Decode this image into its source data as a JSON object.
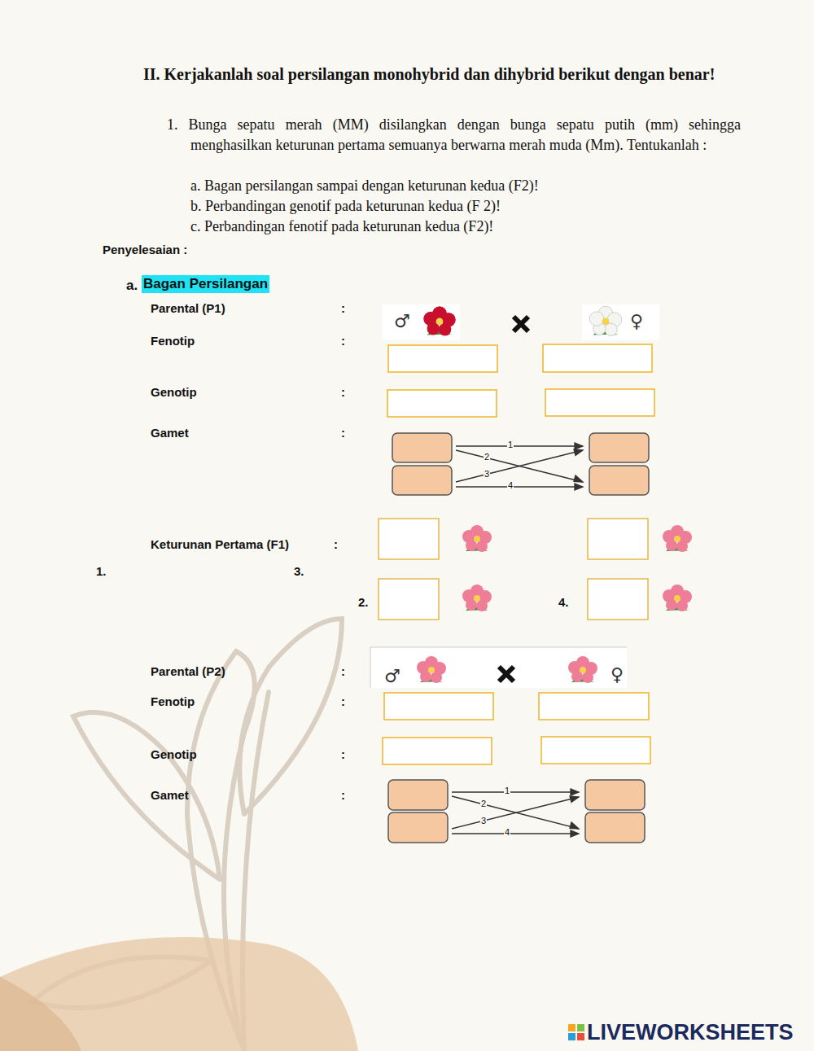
{
  "diagram": {
    "title": "II. Kerjakanlah soal persilangan monohybrid dan dihybrid berikut dengan benar!",
    "nodes": [
      {
        "text": [
          "Bagan Persilangan"
        ]
      }
    ],
    "labels": [
      "1. Bunga sepatu merah (MM) disilangkan dengan bunga sepatu putih (mm) sehingga menghasilkan keturunan pertama semuanya berwarna merah muda (Mm). Tentukanlah :",
      "a. Bagan persilangan sampai dengan keturunan kedua (F2)!",
      "b. Perbandingan genotif pada keturunan kedua (F 2)!",
      "c. Perbandingan fenotif pada keturunan kedua (F2)!",
      "Penyelesaian :",
      "a.",
      "Parental (P1)",
      ":",
      "Fenotip",
      ":",
      "Genotip",
      ":",
      "Gamet",
      ":",
      "1",
      "2",
      "3",
      "4",
      "Keturunan Pertama (F1)",
      ":",
      "1.",
      "3.",
      "2.",
      "4.",
      "Parental (P2)",
      ":",
      "Fenotip",
      ":",
      "Genotip",
      ":",
      "Gamet",
      ":",
      "1",
      "2",
      "3",
      "4",
      "♂",
      "♀",
      "♂",
      "♀",
      "LIVEWORKSHEETS"
    ]
  }
}
